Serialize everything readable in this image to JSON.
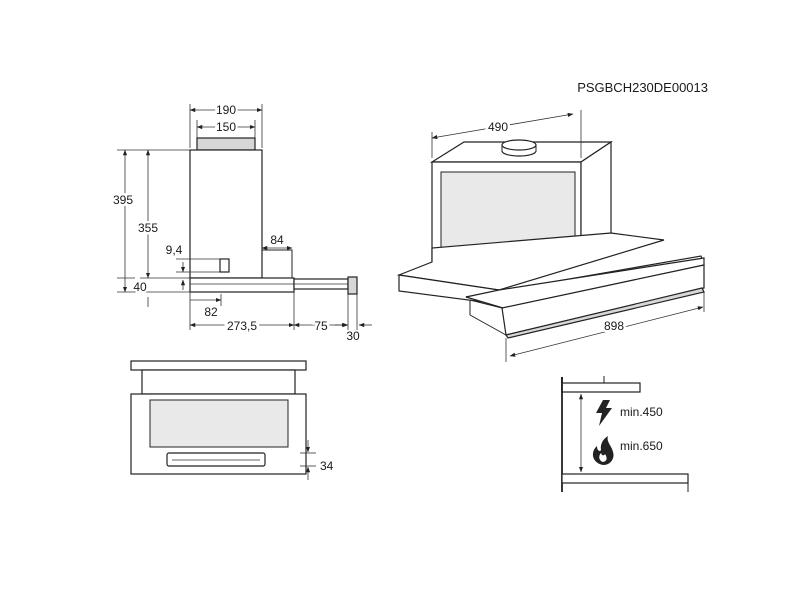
{
  "diagram": {
    "code": "PSGBCH230DE00013",
    "side_view": {
      "width_top": "190",
      "width_top_inner": "150",
      "height_total": "395",
      "height_body": "355",
      "offset_small": "9,4",
      "depth_rear": "84",
      "height_bottom": "40",
      "front_offset": "82",
      "depth_main": "273,5",
      "depth_ext": "75",
      "depth_handle": "30"
    },
    "front_view": {
      "handle_height": "34"
    },
    "perspective": {
      "chimney_width": "490",
      "total_width": "898"
    },
    "clearance": {
      "electric_label": "min.450",
      "gas_label": "min.650",
      "electric_icon": "lightning-icon",
      "gas_icon": "flame-icon"
    }
  }
}
